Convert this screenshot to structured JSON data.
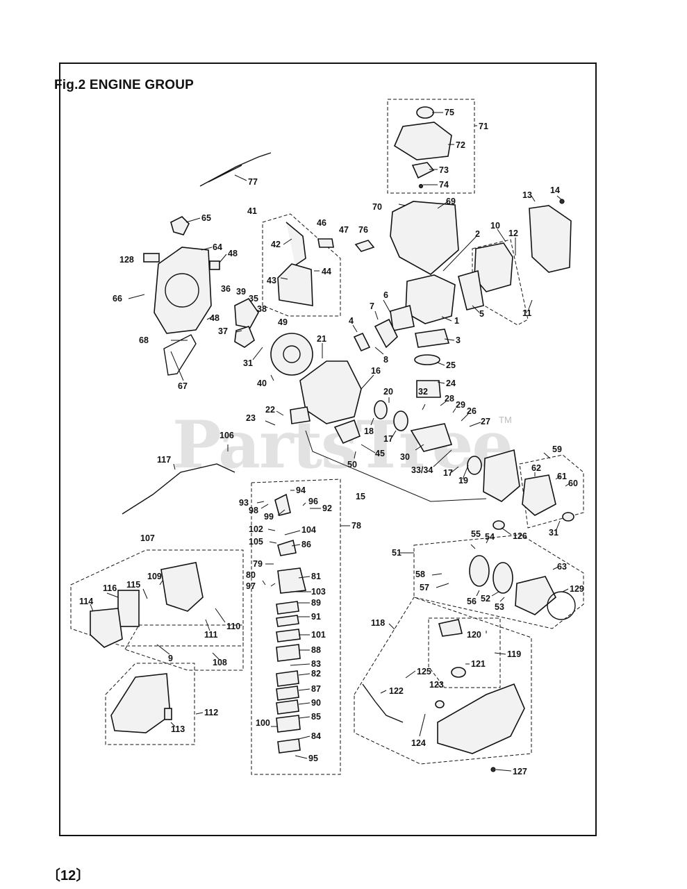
{
  "figure": {
    "title": "Fig.2  ENGINE GROUP",
    "page_number": "〔12〕",
    "watermark": "PartsTree",
    "watermark_tm": "TM"
  },
  "parts": [
    {
      "id": "p75",
      "label": "75"
    },
    {
      "id": "p71",
      "label": "71"
    },
    {
      "id": "p72",
      "label": "72"
    },
    {
      "id": "p73",
      "label": "73"
    },
    {
      "id": "p74",
      "label": "74"
    },
    {
      "id": "p77",
      "label": "77"
    },
    {
      "id": "p65",
      "label": "65"
    },
    {
      "id": "p41",
      "label": "41"
    },
    {
      "id": "p46",
      "label": "46"
    },
    {
      "id": "p47",
      "label": "47"
    },
    {
      "id": "p76",
      "label": "76"
    },
    {
      "id": "p70",
      "label": "70"
    },
    {
      "id": "p69",
      "label": "69"
    },
    {
      "id": "p13",
      "label": "13"
    },
    {
      "id": "p14",
      "label": "14"
    },
    {
      "id": "p128",
      "label": "128"
    },
    {
      "id": "p64",
      "label": "64"
    },
    {
      "id": "p48a",
      "label": "48"
    },
    {
      "id": "p42",
      "label": "42"
    },
    {
      "id": "p2",
      "label": "2"
    },
    {
      "id": "p10",
      "label": "10"
    },
    {
      "id": "p12",
      "label": "12"
    },
    {
      "id": "p44",
      "label": "44"
    },
    {
      "id": "p43",
      "label": "43"
    },
    {
      "id": "p66",
      "label": "66"
    },
    {
      "id": "p36",
      "label": "36"
    },
    {
      "id": "p39",
      "label": "39"
    },
    {
      "id": "p35",
      "label": "35"
    },
    {
      "id": "p38",
      "label": "38"
    },
    {
      "id": "p6",
      "label": "6"
    },
    {
      "id": "p5",
      "label": "5"
    },
    {
      "id": "p11",
      "label": "11"
    },
    {
      "id": "p48b",
      "label": "48"
    },
    {
      "id": "p49",
      "label": "49"
    },
    {
      "id": "p7",
      "label": "7"
    },
    {
      "id": "p1",
      "label": "1"
    },
    {
      "id": "p37",
      "label": "37"
    },
    {
      "id": "p4",
      "label": "4"
    },
    {
      "id": "p68",
      "label": "68"
    },
    {
      "id": "p3",
      "label": "3"
    },
    {
      "id": "p21",
      "label": "21"
    },
    {
      "id": "p8",
      "label": "8"
    },
    {
      "id": "p31a",
      "label": "31"
    },
    {
      "id": "p25",
      "label": "25"
    },
    {
      "id": "p16",
      "label": "16"
    },
    {
      "id": "p67",
      "label": "67"
    },
    {
      "id": "p40",
      "label": "40"
    },
    {
      "id": "p24",
      "label": "24"
    },
    {
      "id": "p20",
      "label": "20"
    },
    {
      "id": "p32",
      "label": "32"
    },
    {
      "id": "p28",
      "label": "28"
    },
    {
      "id": "p29",
      "label": "29"
    },
    {
      "id": "p22",
      "label": "22"
    },
    {
      "id": "p26",
      "label": "26"
    },
    {
      "id": "p23",
      "label": "23"
    },
    {
      "id": "p27",
      "label": "27"
    },
    {
      "id": "p18",
      "label": "18"
    },
    {
      "id": "p17a",
      "label": "17"
    },
    {
      "id": "p106",
      "label": "106"
    },
    {
      "id": "p45",
      "label": "45"
    },
    {
      "id": "p30",
      "label": "30"
    },
    {
      "id": "p59",
      "label": "59"
    },
    {
      "id": "p117",
      "label": "117"
    },
    {
      "id": "p50",
      "label": "50"
    },
    {
      "id": "p3334",
      "label": "33/34"
    },
    {
      "id": "p17b",
      "label": "17"
    },
    {
      "id": "p19",
      "label": "19"
    },
    {
      "id": "p62",
      "label": "62"
    },
    {
      "id": "p61",
      "label": "61"
    },
    {
      "id": "p60",
      "label": "60"
    },
    {
      "id": "p94",
      "label": "94"
    },
    {
      "id": "p15",
      "label": "15"
    },
    {
      "id": "p93",
      "label": "93"
    },
    {
      "id": "p96",
      "label": "96"
    },
    {
      "id": "p92",
      "label": "92"
    },
    {
      "id": "p98",
      "label": "98"
    },
    {
      "id": "p99",
      "label": "99"
    },
    {
      "id": "p78",
      "label": "78"
    },
    {
      "id": "p126",
      "label": "126"
    },
    {
      "id": "p31b",
      "label": "31"
    },
    {
      "id": "p102",
      "label": "102"
    },
    {
      "id": "p104",
      "label": "104"
    },
    {
      "id": "p105",
      "label": "105"
    },
    {
      "id": "p86",
      "label": "86"
    },
    {
      "id": "p55",
      "label": "55"
    },
    {
      "id": "p54",
      "label": "54"
    },
    {
      "id": "p107",
      "label": "107"
    },
    {
      "id": "p51",
      "label": "51"
    },
    {
      "id": "p79",
      "label": "79"
    },
    {
      "id": "p63",
      "label": "63"
    },
    {
      "id": "p58",
      "label": "58"
    },
    {
      "id": "p80",
      "label": "80"
    },
    {
      "id": "p81",
      "label": "81"
    },
    {
      "id": "p109",
      "label": "109"
    },
    {
      "id": "p116",
      "label": "116"
    },
    {
      "id": "p115",
      "label": "115"
    },
    {
      "id": "p97",
      "label": "97"
    },
    {
      "id": "p103",
      "label": "103"
    },
    {
      "id": "p57",
      "label": "57"
    },
    {
      "id": "p56",
      "label": "56"
    },
    {
      "id": "p52",
      "label": "52"
    },
    {
      "id": "p53",
      "label": "53"
    },
    {
      "id": "p129",
      "label": "129"
    },
    {
      "id": "p114",
      "label": "114"
    },
    {
      "id": "p89",
      "label": "89"
    },
    {
      "id": "p91",
      "label": "91"
    },
    {
      "id": "p111",
      "label": "111"
    },
    {
      "id": "p110",
      "label": "110"
    },
    {
      "id": "p118",
      "label": "118"
    },
    {
      "id": "p120",
      "label": "120"
    },
    {
      "id": "p101",
      "label": "101"
    },
    {
      "id": "p9",
      "label": "9"
    },
    {
      "id": "p119",
      "label": "119"
    },
    {
      "id": "p88",
      "label": "88"
    },
    {
      "id": "p108",
      "label": "108"
    },
    {
      "id": "p121",
      "label": "121"
    },
    {
      "id": "p83",
      "label": "83"
    },
    {
      "id": "p125",
      "label": "125"
    },
    {
      "id": "p82",
      "label": "82"
    },
    {
      "id": "p122",
      "label": "122"
    },
    {
      "id": "p123",
      "label": "123"
    },
    {
      "id": "p87",
      "label": "87"
    },
    {
      "id": "p112",
      "label": "112"
    },
    {
      "id": "p90",
      "label": "90"
    },
    {
      "id": "p113",
      "label": "113"
    },
    {
      "id": "p85",
      "label": "85"
    },
    {
      "id": "p100",
      "label": "100"
    },
    {
      "id": "p124",
      "label": "124"
    },
    {
      "id": "p84",
      "label": "84"
    },
    {
      "id": "p95",
      "label": "95"
    },
    {
      "id": "p127",
      "label": "127"
    }
  ]
}
